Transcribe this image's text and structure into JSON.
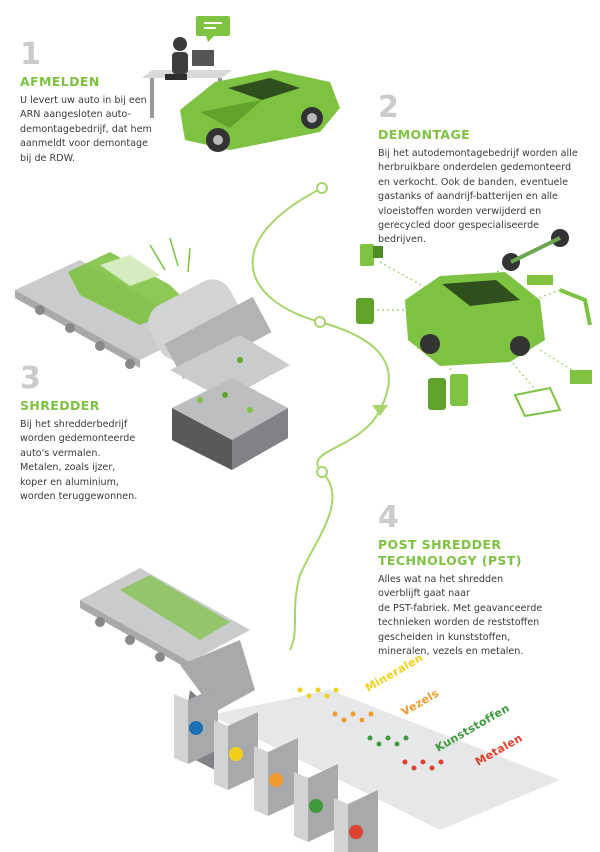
{
  "steps": [
    {
      "number": "1",
      "title": "AFMELDEN",
      "text": "U levert uw auto in bij een\nARN aangesloten auto-\ndemontagebedrijf, dat hem\naanmeldt voor demontage\nbij de RDW."
    },
    {
      "number": "2",
      "title": "DEMONTAGE",
      "text": "Bij het autodemontagebedrijf worden alle\nherbruikbare onderdelen gedemonteerd\nen verkocht. Ook de banden, eventuele\ngastanks of aandrijf-batterijen en alle\nvloeistoffen worden verwijderd en\ngerecycled door gespecialiseerde\nbedrijven."
    },
    {
      "number": "3",
      "title": "SHREDDER",
      "text": "Bij het shredderbedrijf\nworden gedemonteerde\nauto's vermalen.\nMetalen, zoals ijzer,\nkoper en aluminium,\nworden teruggewonnen."
    },
    {
      "number": "4",
      "title": "POST SHREDDER\nTECHNOLOGY (PST)",
      "text": "Alles wat na het shredden\noverblijft gaat naar\nde PST-fabriek. Met geavanceerde\ntechnieken worden de reststoffen\ngescheiden in kunststoffen,\nmineralen, vezels en metalen."
    }
  ],
  "outputs": [
    {
      "label": "Mineralen",
      "color": "#f2cf1c"
    },
    {
      "label": "Vezels",
      "color": "#f29a2e"
    },
    {
      "label": "Kunststoffen",
      "color": "#3f9a3c"
    },
    {
      "label": "Metalen",
      "color": "#e0402e"
    }
  ],
  "colors": {
    "accent": "#7ec242",
    "path": "#a8d46b",
    "number": "#c9cbcd",
    "hopper_blue": "#1d6fb3"
  }
}
